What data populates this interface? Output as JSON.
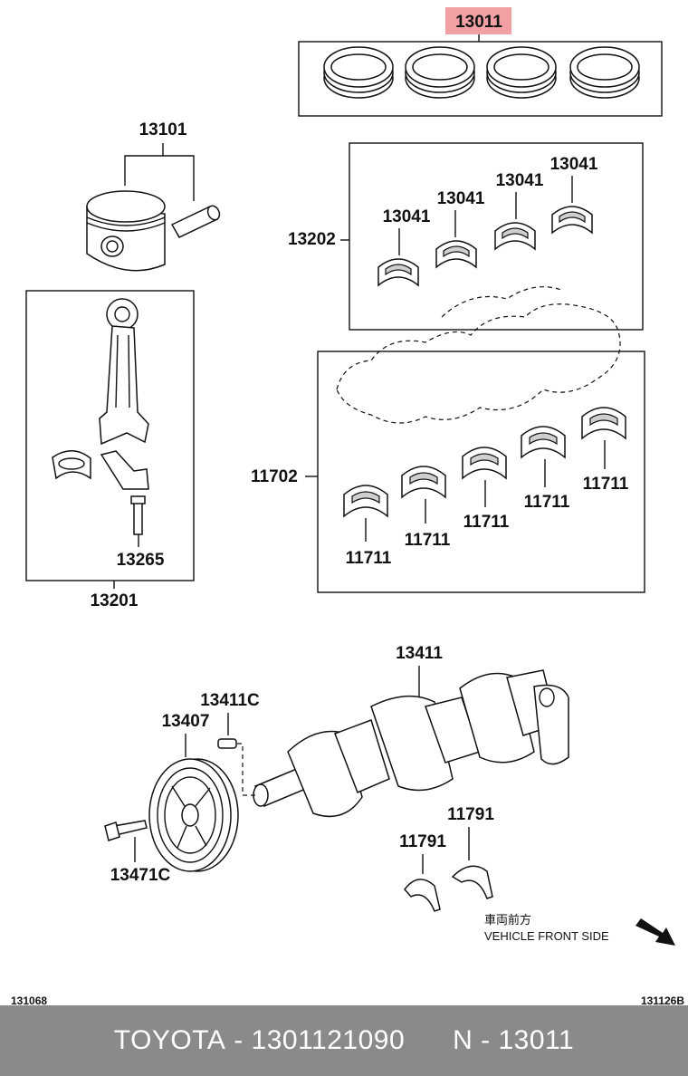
{
  "highlight_color": "#f2a0a4",
  "labels": {
    "piston_ring_set": "13011",
    "piston_with_pin": "13101",
    "rod_bearing_set": "13202",
    "rod_bearing_a": "13041",
    "rod_bearing_b": "13041",
    "rod_bearing_c": "13041",
    "rod_bearing_d": "13041",
    "connecting_rod_assy": "13201",
    "rod_bolt": "13265",
    "main_bearing_set": "11702",
    "main_bearing_a": "11711",
    "main_bearing_b": "11711",
    "main_bearing_c": "11711",
    "main_bearing_d": "11711",
    "main_bearing_e": "11711",
    "crankshaft": "13411",
    "crank_key": "13411C",
    "pulley": "13407",
    "pulley_bolt": "13471C",
    "thrust_washer_a": "11791",
    "thrust_washer_b": "11791",
    "front_note_jp": "車両前方",
    "front_note_en": "VEHICLE FRONT SIDE",
    "ref_left": "131068",
    "ref_right": "131126B"
  },
  "footer": {
    "brand": "TOYOTA",
    "sep1": " - ",
    "part_number": "1301121090",
    "gap": "      ",
    "group": "N - 13011"
  }
}
